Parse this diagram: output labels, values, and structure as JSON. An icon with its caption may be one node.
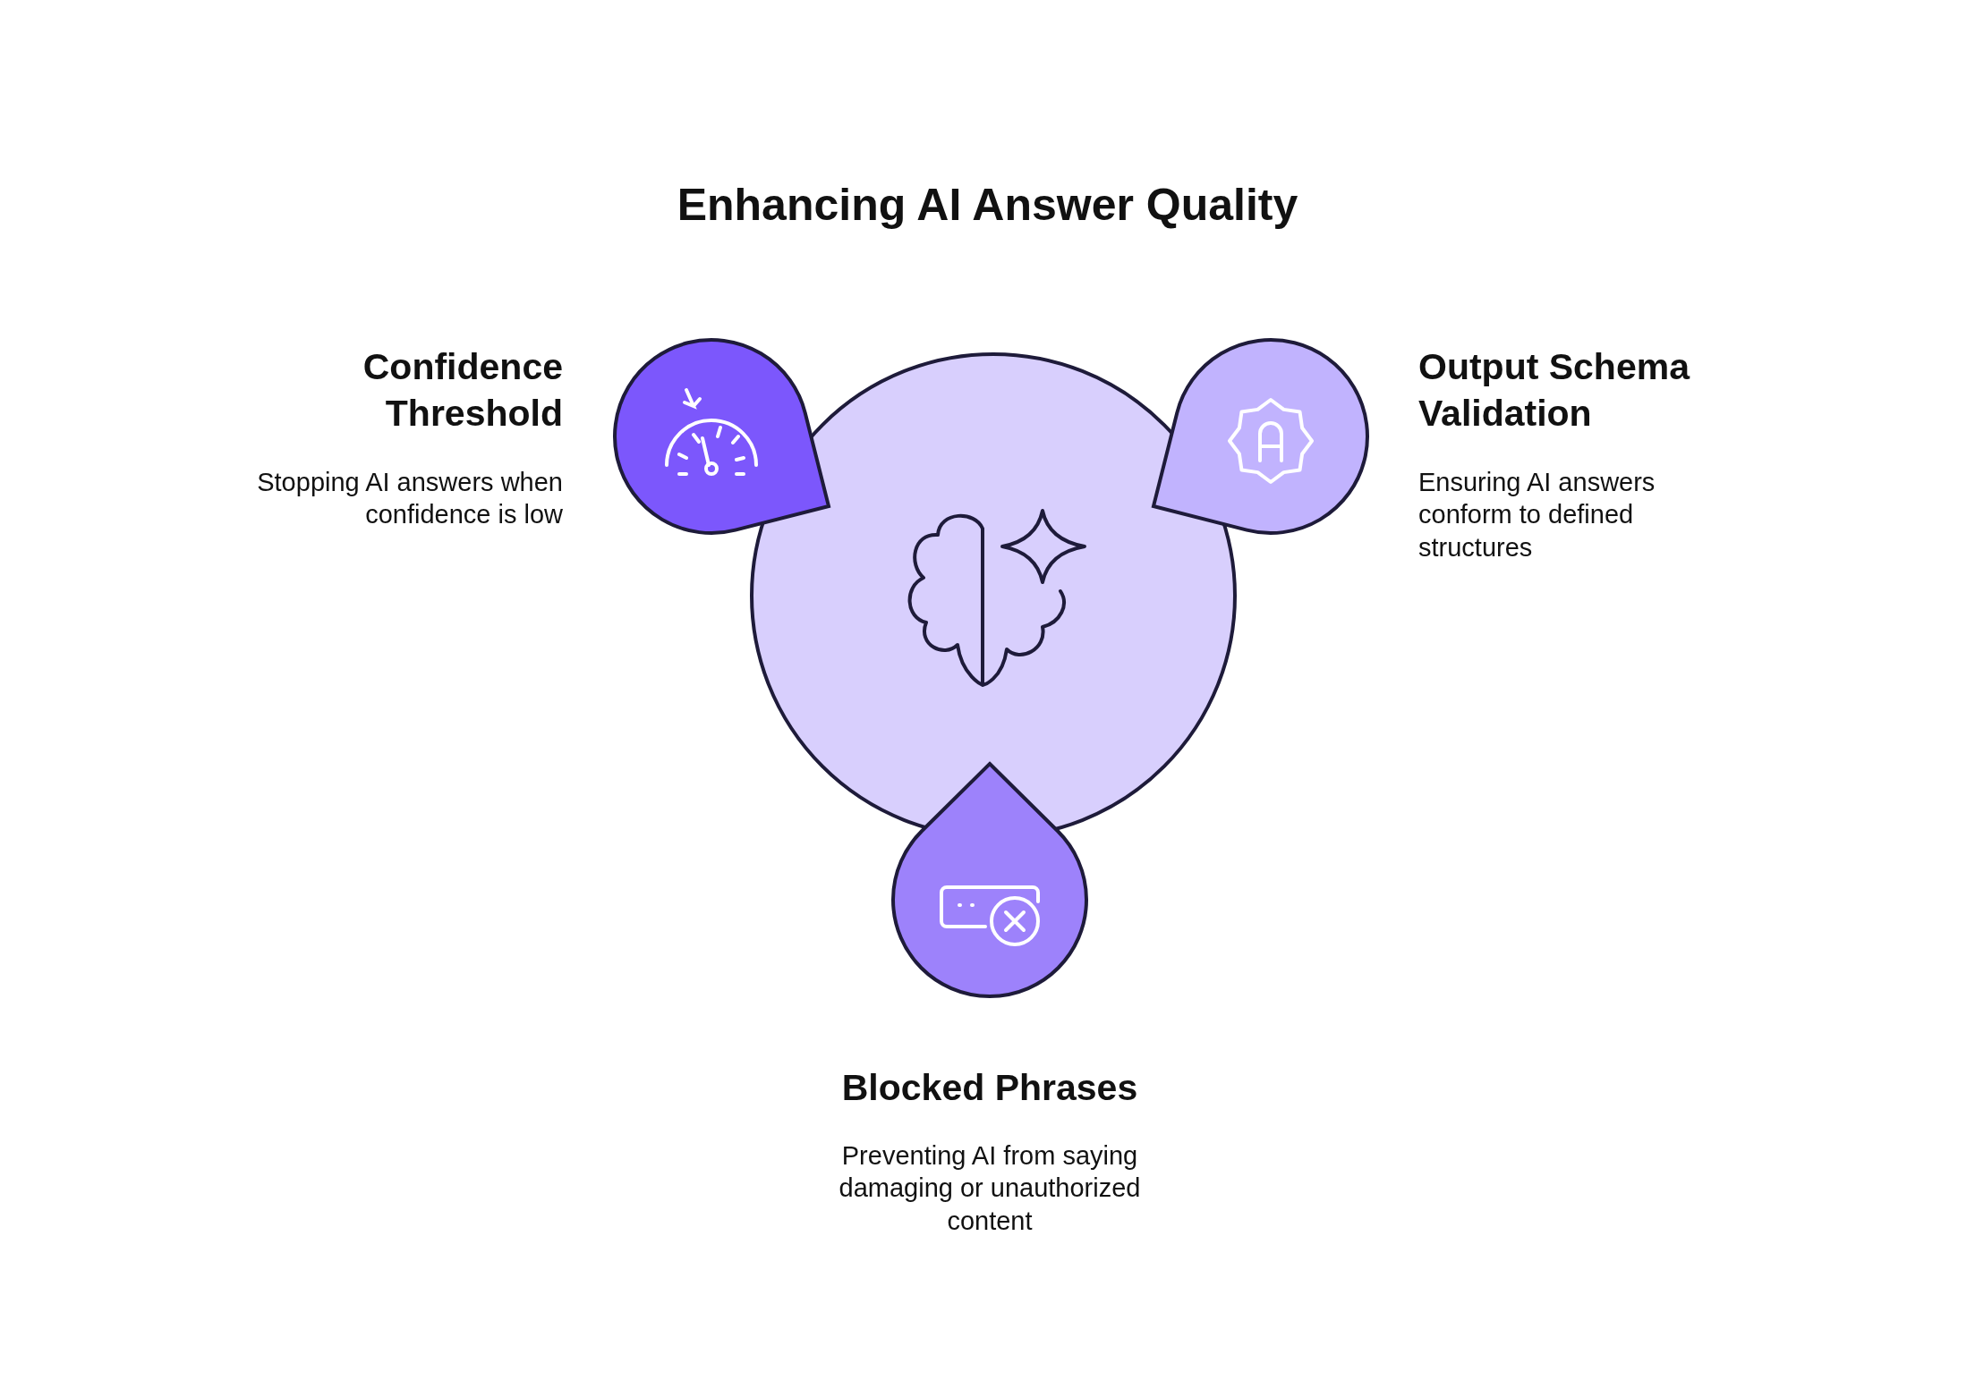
{
  "diagram": {
    "title": "Enhancing AI Answer Quality",
    "nodes": [
      {
        "text": [],
        "shape": "circle"
      },
      {
        "text": [
          "Confidence Threshold",
          "Stopping AI answers when confidence is low"
        ]
      },
      {
        "text": [
          "Output Schema Validation",
          "Ensuring AI answers conform to defined structures"
        ]
      },
      {
        "text": [
          "Blocked Phrases",
          "Preventing AI from saying damaging or unauthorized content"
        ]
      }
    ]
  }
}
